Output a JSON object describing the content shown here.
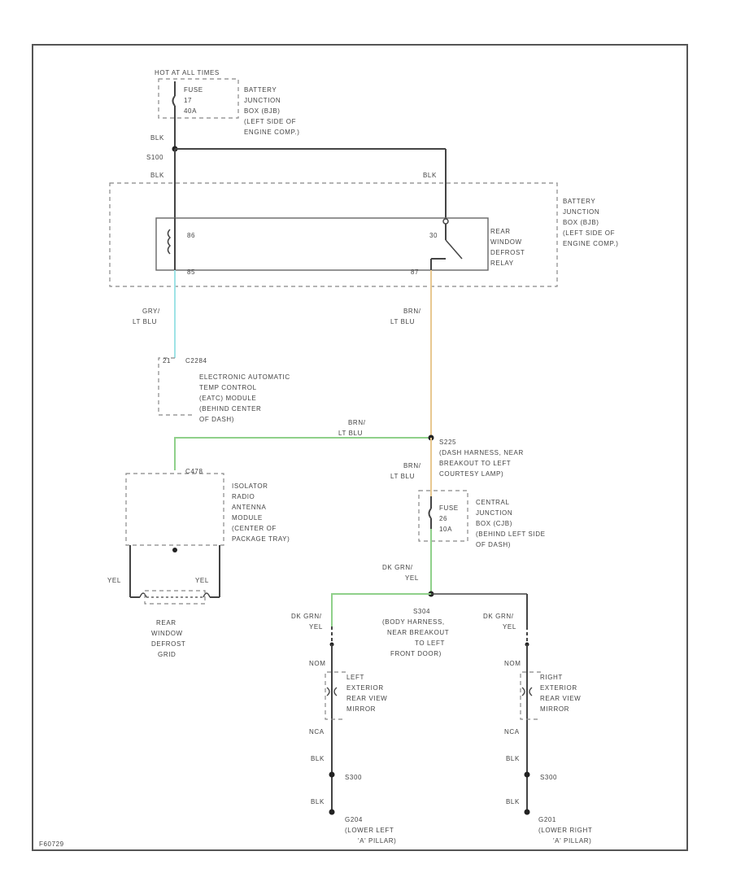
{
  "diagram": {
    "colors": {
      "wire_black": "#444444",
      "wire_lt_blue": "#9fe3e6",
      "wire_tan": "#e8c890",
      "wire_green": "#8fd08a",
      "border": "#555555"
    },
    "power_header": "HOT AT ALL TIMES",
    "fuse_top": [
      "FUSE",
      "17",
      "40A"
    ],
    "bjb_top": [
      "BATTERY",
      "JUNCTION",
      "BOX (BJB)",
      "(LEFT SIDE OF",
      "ENGINE COMP.)"
    ],
    "wire_blk_1": "BLK",
    "splice_s100": "S100",
    "wire_blk_2": "BLK",
    "wire_blk_3": "BLK",
    "relay_pin_left_top": "86",
    "relay_pin_right_top": "30",
    "relay_pin_left_bot": "85",
    "relay_pin_right_bot": "87",
    "relay_label": [
      "REAR",
      "WINDOW",
      "DEFROST",
      "RELAY"
    ],
    "bjb_right": [
      "BATTERY",
      "JUNCTION",
      "BOX (BJB)",
      "(LEFT SIDE OF",
      "ENGINE COMP.)"
    ],
    "wire_left_color": [
      "GRY/",
      "LT BLU"
    ],
    "wire_right_color": [
      "BRN/",
      "LT BLU"
    ],
    "eatc_pin": "21",
    "eatc_conn": "C2284",
    "eatc_label": [
      "ELECTRONIC AUTOMATIC",
      "TEMP CONTROL",
      "(EATC) MODULE",
      "(BEHIND CENTER",
      "OF DASH)"
    ],
    "wire_green_label": [
      "BRN/",
      "LT BLU"
    ],
    "splice_s225": [
      "S225",
      "(DASH HARNESS, NEAR",
      "BREAKOUT TO LEFT",
      "COURTESY LAMP)"
    ],
    "wire_brn_mid": [
      "BRN/",
      "LT BLU"
    ],
    "isolator_conn": "C478",
    "isolator_label": [
      "ISOLATOR",
      "RADIO",
      "ANTENNA",
      "MODULE",
      "(CENTER OF",
      "PACKAGE TRAY)"
    ],
    "fuse_mid": [
      "FUSE",
      "26",
      "10A"
    ],
    "cjb_label": [
      "CENTRAL",
      "JUNCTION",
      "BOX (CJB)",
      "(BEHIND LEFT SIDE",
      "OF DASH)"
    ],
    "grid_wire_left": "YEL",
    "grid_wire_right": "YEL",
    "grid_label": [
      "REAR",
      "WINDOW",
      "DEFROST",
      "GRID"
    ],
    "wire_dk_grn_mid": [
      "DK GRN/",
      "YEL"
    ],
    "splice_s304": [
      "S304",
      "(BODY HARNESS,",
      "NEAR BREAKOUT",
      "TO LEFT",
      "FRONT DOOR)"
    ],
    "wire_dk_grn_left": [
      "DK GRN/",
      "YEL"
    ],
    "wire_dk_grn_right": [
      "DK GRN/",
      "YEL"
    ],
    "left_mirror_conn": "NOM",
    "right_mirror_conn": "NOM",
    "left_mirror_label": [
      "LEFT",
      "EXTERIOR",
      "REAR VIEW",
      "MIRROR"
    ],
    "right_mirror_label": [
      "RIGHT",
      "EXTERIOR",
      "REAR VIEW",
      "MIRROR"
    ],
    "left_ret_wire": "NCA",
    "right_ret_wire": "NCA",
    "left_blk_1": "BLK",
    "right_blk_1": "BLK",
    "left_splice": "S300",
    "right_splice": "S300",
    "left_blk_2": "BLK",
    "right_blk_2": "BLK",
    "left_ground": [
      "G204",
      "(LOWER LEFT",
      "'A' PILLAR)"
    ],
    "right_ground": [
      "G201",
      "(LOWER RIGHT",
      "'A' PILLAR)"
    ],
    "figure_id": "F60729"
  }
}
